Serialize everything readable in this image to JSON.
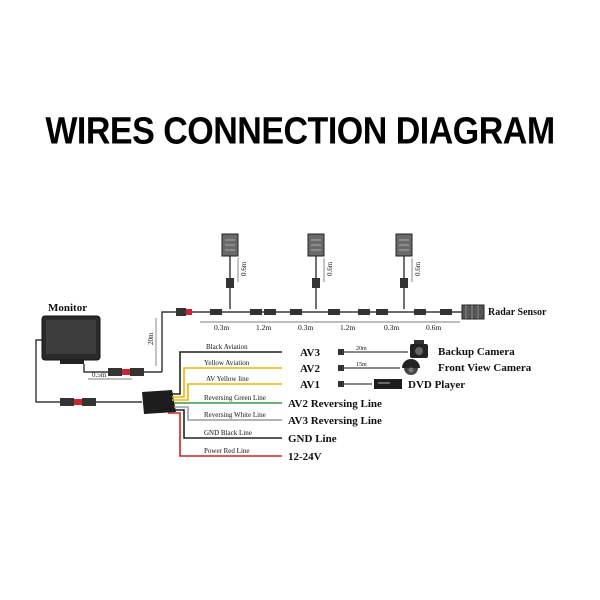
{
  "title": "WIRES CONNECTION DIAGRAM",
  "monitor_label": "Monitor",
  "radar_label": "Radar Sensor",
  "cable_lengths": {
    "monitor_cable": "0.5m",
    "vertical_cable": "20m",
    "sensor_drop_1": "0.6m",
    "sensor_drop_2": "0.6m",
    "sensor_drop_3": "0.6m",
    "seg_1": "0.3m",
    "seg_2": "1.2m",
    "seg_3": "0.3m",
    "seg_4": "1.2m",
    "seg_5": "0.3m",
    "seg_6": "0.6m",
    "cam_cable_1": "20m",
    "cam_cable_2": "15m"
  },
  "wires": [
    {
      "label": "Black Aviation",
      "color": "#222222"
    },
    {
      "label": "Yellow Aviation",
      "color": "#f2b400"
    },
    {
      "label": "AV Yellow line",
      "color": "#f2b400"
    },
    {
      "label": "Reversing Green Line",
      "color": "#3a9d3a"
    },
    {
      "label": "Reversing White Line",
      "color": "#9a9a9a"
    },
    {
      "label": "GND Black Line",
      "color": "#222222"
    },
    {
      "label": "Power Red Line",
      "color": "#d62020"
    }
  ],
  "outputs": {
    "av3": "AV3",
    "av2": "AV2",
    "av1": "AV1",
    "av2_rev": "AV2 Reversing Line",
    "av3_rev": "AV3 Reversing Line",
    "gnd": "GND Line",
    "power": "12-24V"
  },
  "devices": {
    "backup_camera": "Backup Camera",
    "front_camera": "Front View Camera",
    "dvd_player": "DVD Player"
  }
}
